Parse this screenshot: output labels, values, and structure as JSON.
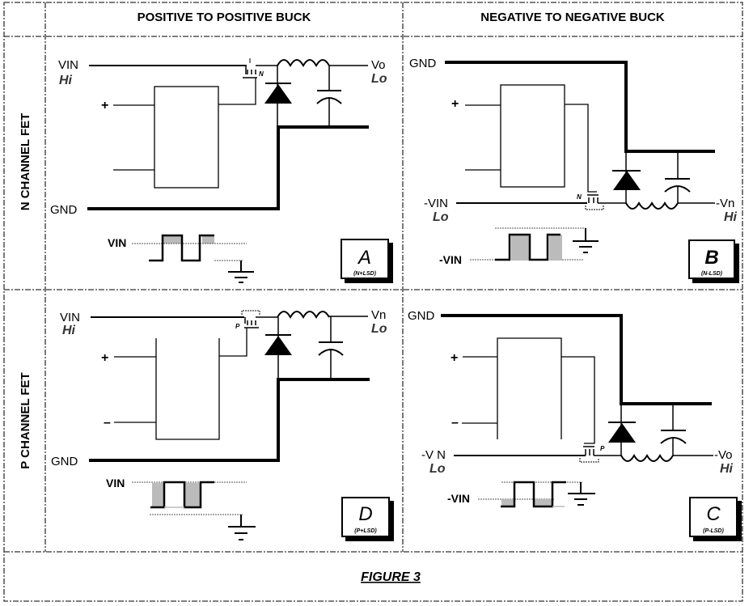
{
  "figure": {
    "caption": "FIGURE 3",
    "columns": [
      "POSITIVE TO POSITIVE BUCK",
      "NEGATIVE TO NEGATIVE BUCK"
    ],
    "rows": [
      "N CHANNEL FET",
      "P CHANNEL FET"
    ],
    "panels": {
      "A": {
        "id": "A",
        "subtitle": "(N+LSD)",
        "input_label": "VIN",
        "input_level": "Hi",
        "output_label": "Vo",
        "output_level": "Lo",
        "ground_label": "GND",
        "controller_inputs": [
          "+",
          ""
        ],
        "fet_channel": "N",
        "waveform_label": "VIN"
      },
      "B": {
        "id": "B",
        "subtitle": "(N-LSD)",
        "input_label": "-VIN",
        "input_level": "Lo",
        "output_label": "-Vn",
        "output_level": "Hi",
        "ground_label": "GND",
        "controller_inputs": [
          "+",
          ""
        ],
        "fet_channel": "N",
        "waveform_label": "-VIN"
      },
      "C": {
        "id": "C",
        "subtitle": "(P-LSD)",
        "input_label": "-V N",
        "input_level": "Lo",
        "output_label": "-Vo",
        "output_level": "Hi",
        "ground_label": "GND",
        "controller_inputs": [
          "+",
          "–"
        ],
        "fet_channel": "P",
        "waveform_label": "-VIN"
      },
      "D": {
        "id": "D",
        "subtitle": "(P+LSD)",
        "input_label": "VIN",
        "input_level": "Hi",
        "output_label": "Vn",
        "output_level": "Lo",
        "ground_label": "GND",
        "controller_inputs": [
          "+",
          "–"
        ],
        "fet_channel": "P",
        "waveform_label": "VIN"
      }
    },
    "colors": {
      "line": "#000000",
      "shade": "#bbbbbb",
      "border": "#333333"
    }
  }
}
